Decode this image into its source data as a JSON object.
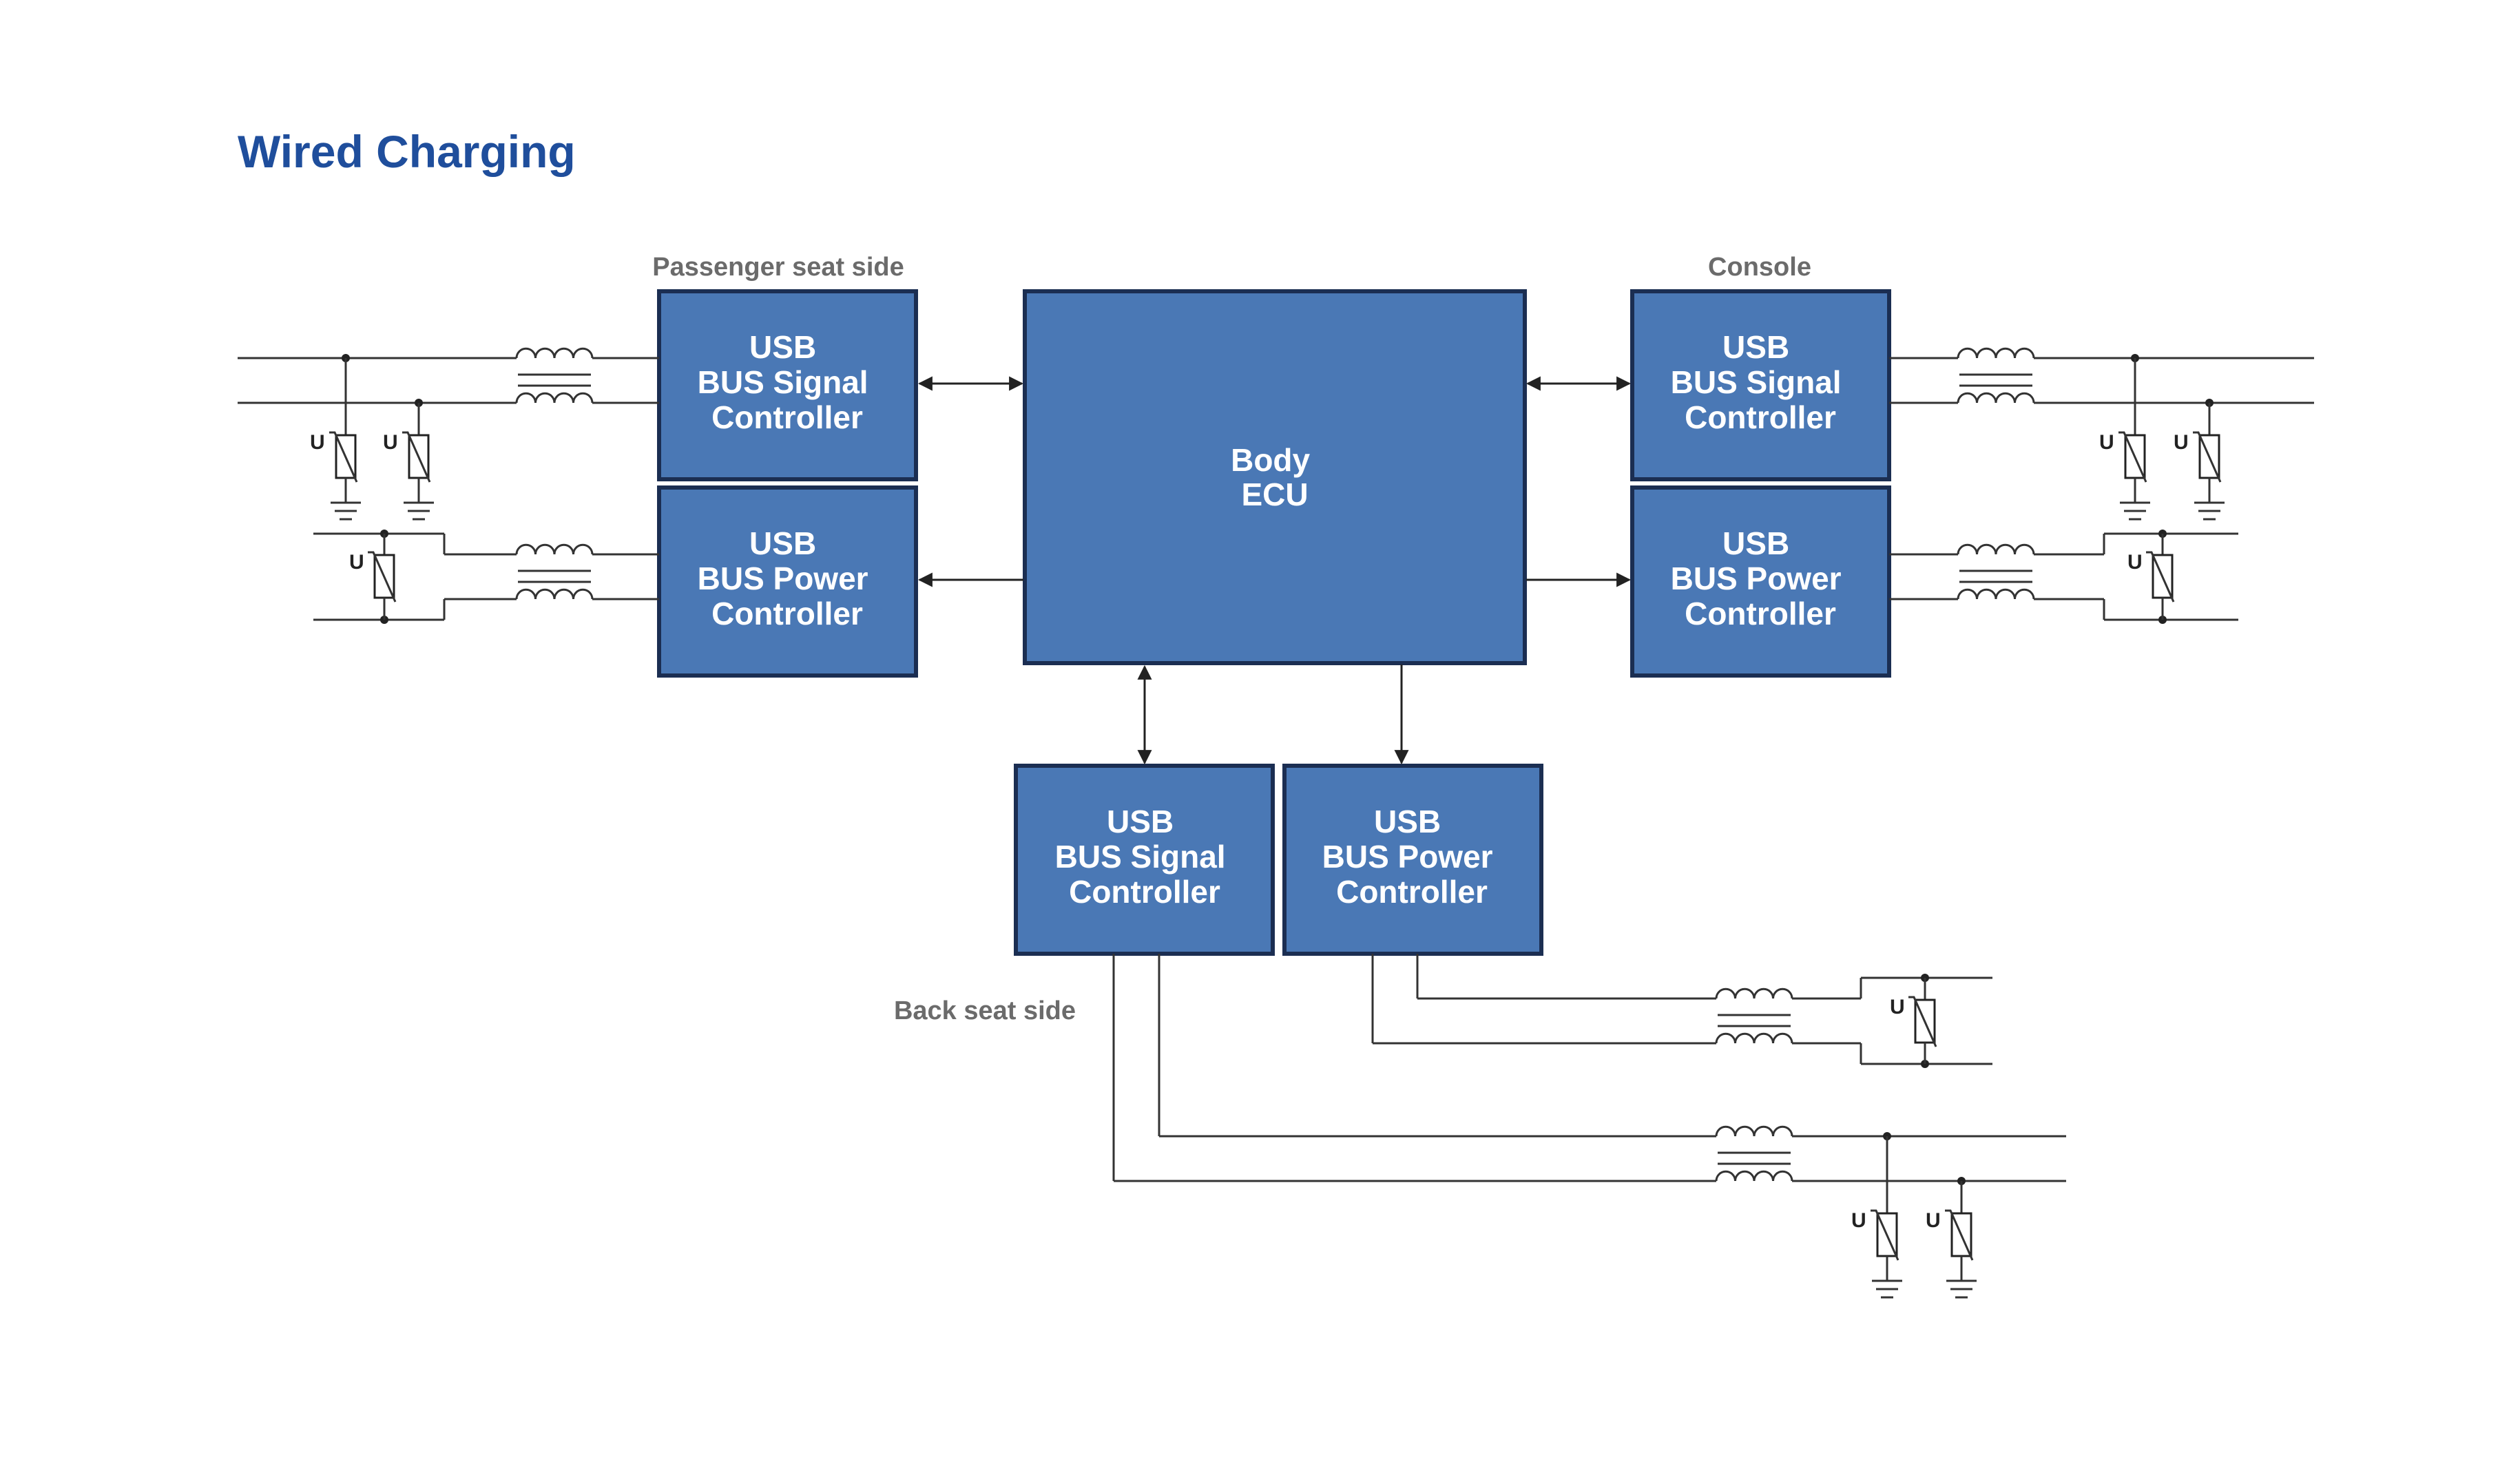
{
  "title": "Wired Charging",
  "sections": {
    "passenger": "Passenger seat side",
    "console": "Console",
    "back": "Back seat side"
  },
  "blocks": {
    "ecu": [
      "Body",
      "ECU"
    ],
    "p_signal": [
      "USB",
      "BUS Signal",
      "Controller"
    ],
    "p_power": [
      "USB",
      "BUS Power",
      "Controller"
    ],
    "c_signal": [
      "USB",
      "BUS Signal",
      "Controller"
    ],
    "c_power": [
      "USB",
      "BUS Power",
      "Controller"
    ],
    "b_signal": [
      "USB",
      "BUS Signal",
      "Controller"
    ],
    "b_power": [
      "USB",
      "BUS Power",
      "Controller"
    ]
  },
  "varistor_label": "U",
  "colors": {
    "block_fill": "#4a78b5",
    "block_border": "#1b2e52",
    "title": "#1f4e9c",
    "section_label": "#6b6b6b"
  }
}
